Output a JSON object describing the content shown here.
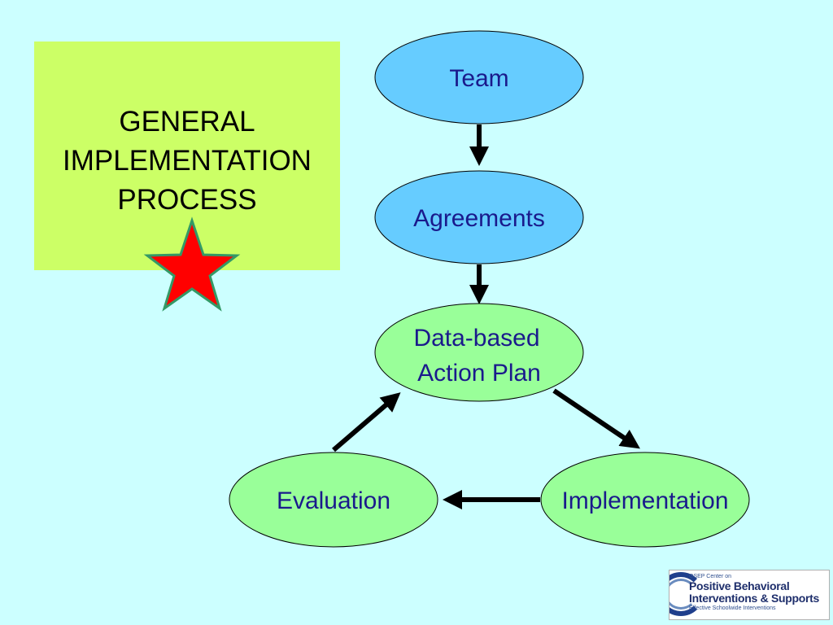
{
  "title": {
    "lines": [
      "GENERAL",
      "IMPLEMENTATION",
      "PROCESS"
    ]
  },
  "nodes": {
    "team": "Team",
    "agreements": "Agreements",
    "action_plan": {
      "line1": "Data-based",
      "line2": "Action Plan"
    },
    "evaluation": "Evaluation",
    "implementation": "Implementation"
  },
  "logo": {
    "line1": "OSEP Center on",
    "line2": "Positive Behavioral",
    "line3": "Interventions & Supports",
    "line4": "Effective Schoolwide Interventions"
  },
  "colors": {
    "background": "#ccffff",
    "title_box": "#ccff66",
    "blue_node": "#66ccff",
    "green_node": "#99ff99",
    "star_fill": "#ff0000",
    "star_outline": "#339966",
    "node_text": "#1a1a8c"
  }
}
